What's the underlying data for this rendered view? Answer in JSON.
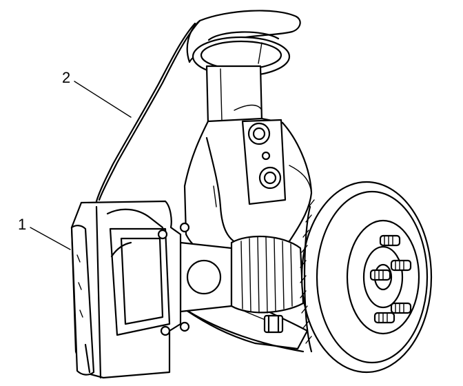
{
  "callouts": [
    {
      "number": "1",
      "part": "brake-caliper"
    },
    {
      "number": "2",
      "part": "brake-hose"
    }
  ]
}
